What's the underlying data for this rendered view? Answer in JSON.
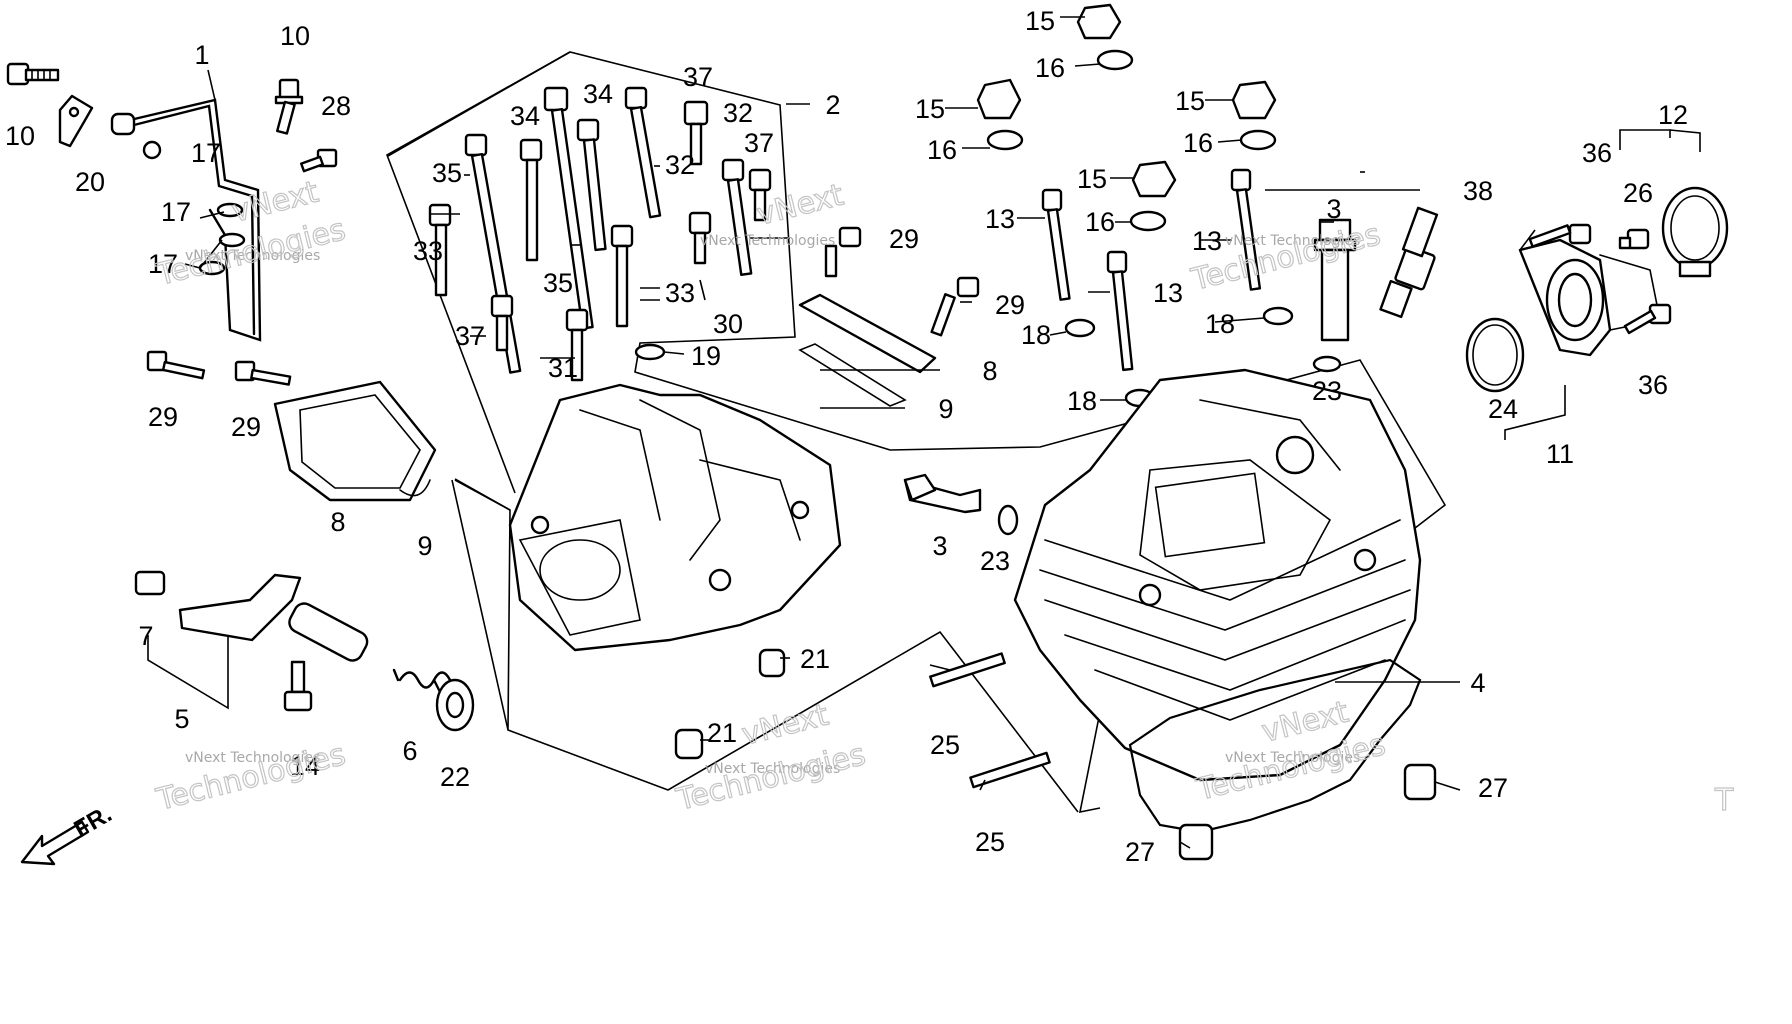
{
  "watermark": {
    "small": "vNext Technologies",
    "big": "Technologies",
    "big_top": "vNext",
    "edge": "T"
  },
  "direction_label": "FR.",
  "callouts": [
    {
      "id": "c-1",
      "label": "1"
    },
    {
      "id": "c-2",
      "label": "2"
    },
    {
      "id": "c-3a",
      "label": "3"
    },
    {
      "id": "c-3b",
      "label": "3"
    },
    {
      "id": "c-4",
      "label": "4"
    },
    {
      "id": "c-5",
      "label": "5"
    },
    {
      "id": "c-6",
      "label": "6"
    },
    {
      "id": "c-7",
      "label": "7"
    },
    {
      "id": "c-8a",
      "label": "8"
    },
    {
      "id": "c-8b",
      "label": "8"
    },
    {
      "id": "c-9a",
      "label": "9"
    },
    {
      "id": "c-9b",
      "label": "9"
    },
    {
      "id": "c-10a",
      "label": "10"
    },
    {
      "id": "c-10b",
      "label": "10"
    },
    {
      "id": "c-11",
      "label": "11"
    },
    {
      "id": "c-12",
      "label": "12"
    },
    {
      "id": "c-13a",
      "label": "13"
    },
    {
      "id": "c-13b",
      "label": "13"
    },
    {
      "id": "c-13c",
      "label": "13"
    },
    {
      "id": "c-14",
      "label": "14"
    },
    {
      "id": "c-15a",
      "label": "15"
    },
    {
      "id": "c-15b",
      "label": "15"
    },
    {
      "id": "c-15c",
      "label": "15"
    },
    {
      "id": "c-15d",
      "label": "15"
    },
    {
      "id": "c-16a",
      "label": "16"
    },
    {
      "id": "c-16b",
      "label": "16"
    },
    {
      "id": "c-16c",
      "label": "16"
    },
    {
      "id": "c-16d",
      "label": "16"
    },
    {
      "id": "c-17a",
      "label": "17"
    },
    {
      "id": "c-17b",
      "label": "17"
    },
    {
      "id": "c-17c",
      "label": "17"
    },
    {
      "id": "c-18a",
      "label": "18"
    },
    {
      "id": "c-18b",
      "label": "18"
    },
    {
      "id": "c-18c",
      "label": "18"
    },
    {
      "id": "c-19",
      "label": "19"
    },
    {
      "id": "c-20",
      "label": "20"
    },
    {
      "id": "c-21a",
      "label": "21"
    },
    {
      "id": "c-21b",
      "label": "21"
    },
    {
      "id": "c-22",
      "label": "22"
    },
    {
      "id": "c-23a",
      "label": "23"
    },
    {
      "id": "c-23b",
      "label": "23"
    },
    {
      "id": "c-24",
      "label": "24"
    },
    {
      "id": "c-25a",
      "label": "25"
    },
    {
      "id": "c-25b",
      "label": "25"
    },
    {
      "id": "c-26",
      "label": "26"
    },
    {
      "id": "c-27a",
      "label": "27"
    },
    {
      "id": "c-27b",
      "label": "27"
    },
    {
      "id": "c-28",
      "label": "28"
    },
    {
      "id": "c-29a",
      "label": "29"
    },
    {
      "id": "c-29b",
      "label": "29"
    },
    {
      "id": "c-29c",
      "label": "29"
    },
    {
      "id": "c-29d",
      "label": "29"
    },
    {
      "id": "c-30",
      "label": "30"
    },
    {
      "id": "c-31",
      "label": "31"
    },
    {
      "id": "c-32a",
      "label": "32"
    },
    {
      "id": "c-32b",
      "label": "32"
    },
    {
      "id": "c-33a",
      "label": "33"
    },
    {
      "id": "c-33b",
      "label": "33"
    },
    {
      "id": "c-34a",
      "label": "34"
    },
    {
      "id": "c-34b",
      "label": "34"
    },
    {
      "id": "c-35a",
      "label": "35"
    },
    {
      "id": "c-35b",
      "label": "35"
    },
    {
      "id": "c-36a",
      "label": "36"
    },
    {
      "id": "c-36b",
      "label": "36"
    },
    {
      "id": "c-37a",
      "label": "37"
    },
    {
      "id": "c-37b",
      "label": "37"
    },
    {
      "id": "c-37c",
      "label": "37"
    },
    {
      "id": "c-38",
      "label": "38"
    }
  ]
}
